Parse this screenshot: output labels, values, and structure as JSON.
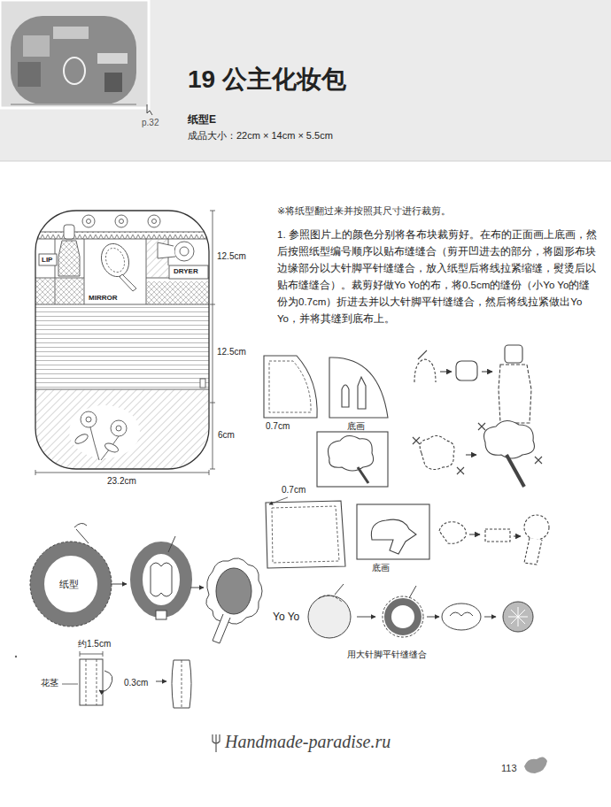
{
  "diagram": {
    "title": "19 公主化妆包",
    "labels": [
      "p.32",
      "纸型E",
      "成品大小：22cm × 14cm × 5.5cm",
      "LIP",
      "DRYER",
      "MIRROR",
      "12.5cm",
      "12.5cm",
      "6cm",
      "23.2cm",
      "※将纸型翻过来并按照其尺寸进行裁剪。",
      "1. 参照图片上的颜色分别将各布块裁剪好。在布的正面画上底画，然后按照纸型编号顺序以贴布缝缝合（剪开凹进去的部分，将圆形布块边缘部分以大针脚平针缝缝合，放入纸型后将线拉紧缩缝，熨烫后以贴布缝缝合）。裁剪好做Yo Yo的布，将0.5cm的缝份（小Yo Yo的缝份为0.7cm）折进去并以大针脚平针缝缝合，然后将线拉紧做出Yo Yo，并将其缝到底布上。",
      "0.7cm",
      "底画",
      "0.7cm",
      "底画",
      "纸型",
      "约1.5cm",
      "花茎",
      "0.3cm",
      "Yo Yo",
      "用大针脚平针缝缝合",
      "Handmade-paradise.ru",
      "113"
    ]
  }
}
